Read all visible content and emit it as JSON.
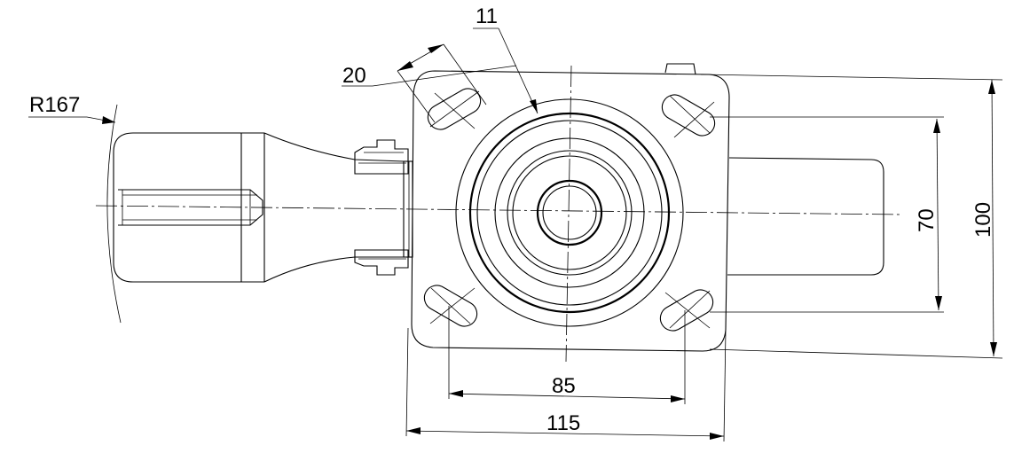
{
  "colors": {
    "line": "#000000",
    "background": "#ffffff"
  },
  "dimensions": {
    "radius": "R167",
    "slot_spacing": "20",
    "slot_width": "11",
    "hole_spacing_vertical": "70",
    "plate_height": "100",
    "hole_spacing_horizontal": "85",
    "plate_width": "115"
  }
}
